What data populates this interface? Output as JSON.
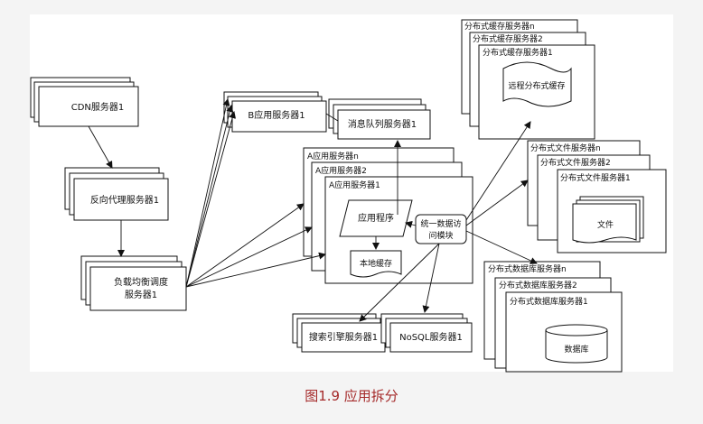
{
  "cdn": {
    "back1": "",
    "back2": "",
    "label": "CDN服务器1"
  },
  "reverse_proxy": {
    "label": "反向代理服务器1"
  },
  "load_balancer": {
    "line1": "负载均衡调度",
    "line2": "服务器1"
  },
  "b_app": {
    "label": "B应用服务器1"
  },
  "mq": {
    "label": "消息队列服务器1"
  },
  "a_app": {
    "back_label_n": "A应用服务器n",
    "back_label_2": "A应用服务器2",
    "front_label": "A应用服务器1",
    "program": "应用程序",
    "local_cache": "本地缓存",
    "access_line1": "统一数据访",
    "access_line2": "问模块"
  },
  "search": {
    "label": "搜索引擎服务器1"
  },
  "nosql": {
    "label": "NoSQL服务器1"
  },
  "cache_cluster": {
    "label_n": "分布式缓存服务器n",
    "label_2": "分布式缓存服务器2",
    "label_1": "分布式缓存服务器1",
    "doc": "远程分布式缓存"
  },
  "file_cluster": {
    "label_n": "分布式文件服务器n",
    "label_2": "分布式文件服务器2",
    "label_1": "分布式文件服务器1",
    "doc": "文件"
  },
  "db_cluster": {
    "label_n": "分布式数据库服务器n",
    "label_2": "分布式数据库服务器2",
    "label_1": "分布式数据库服务器1",
    "db": "数据库"
  },
  "caption": "图1.9 应用拆分"
}
